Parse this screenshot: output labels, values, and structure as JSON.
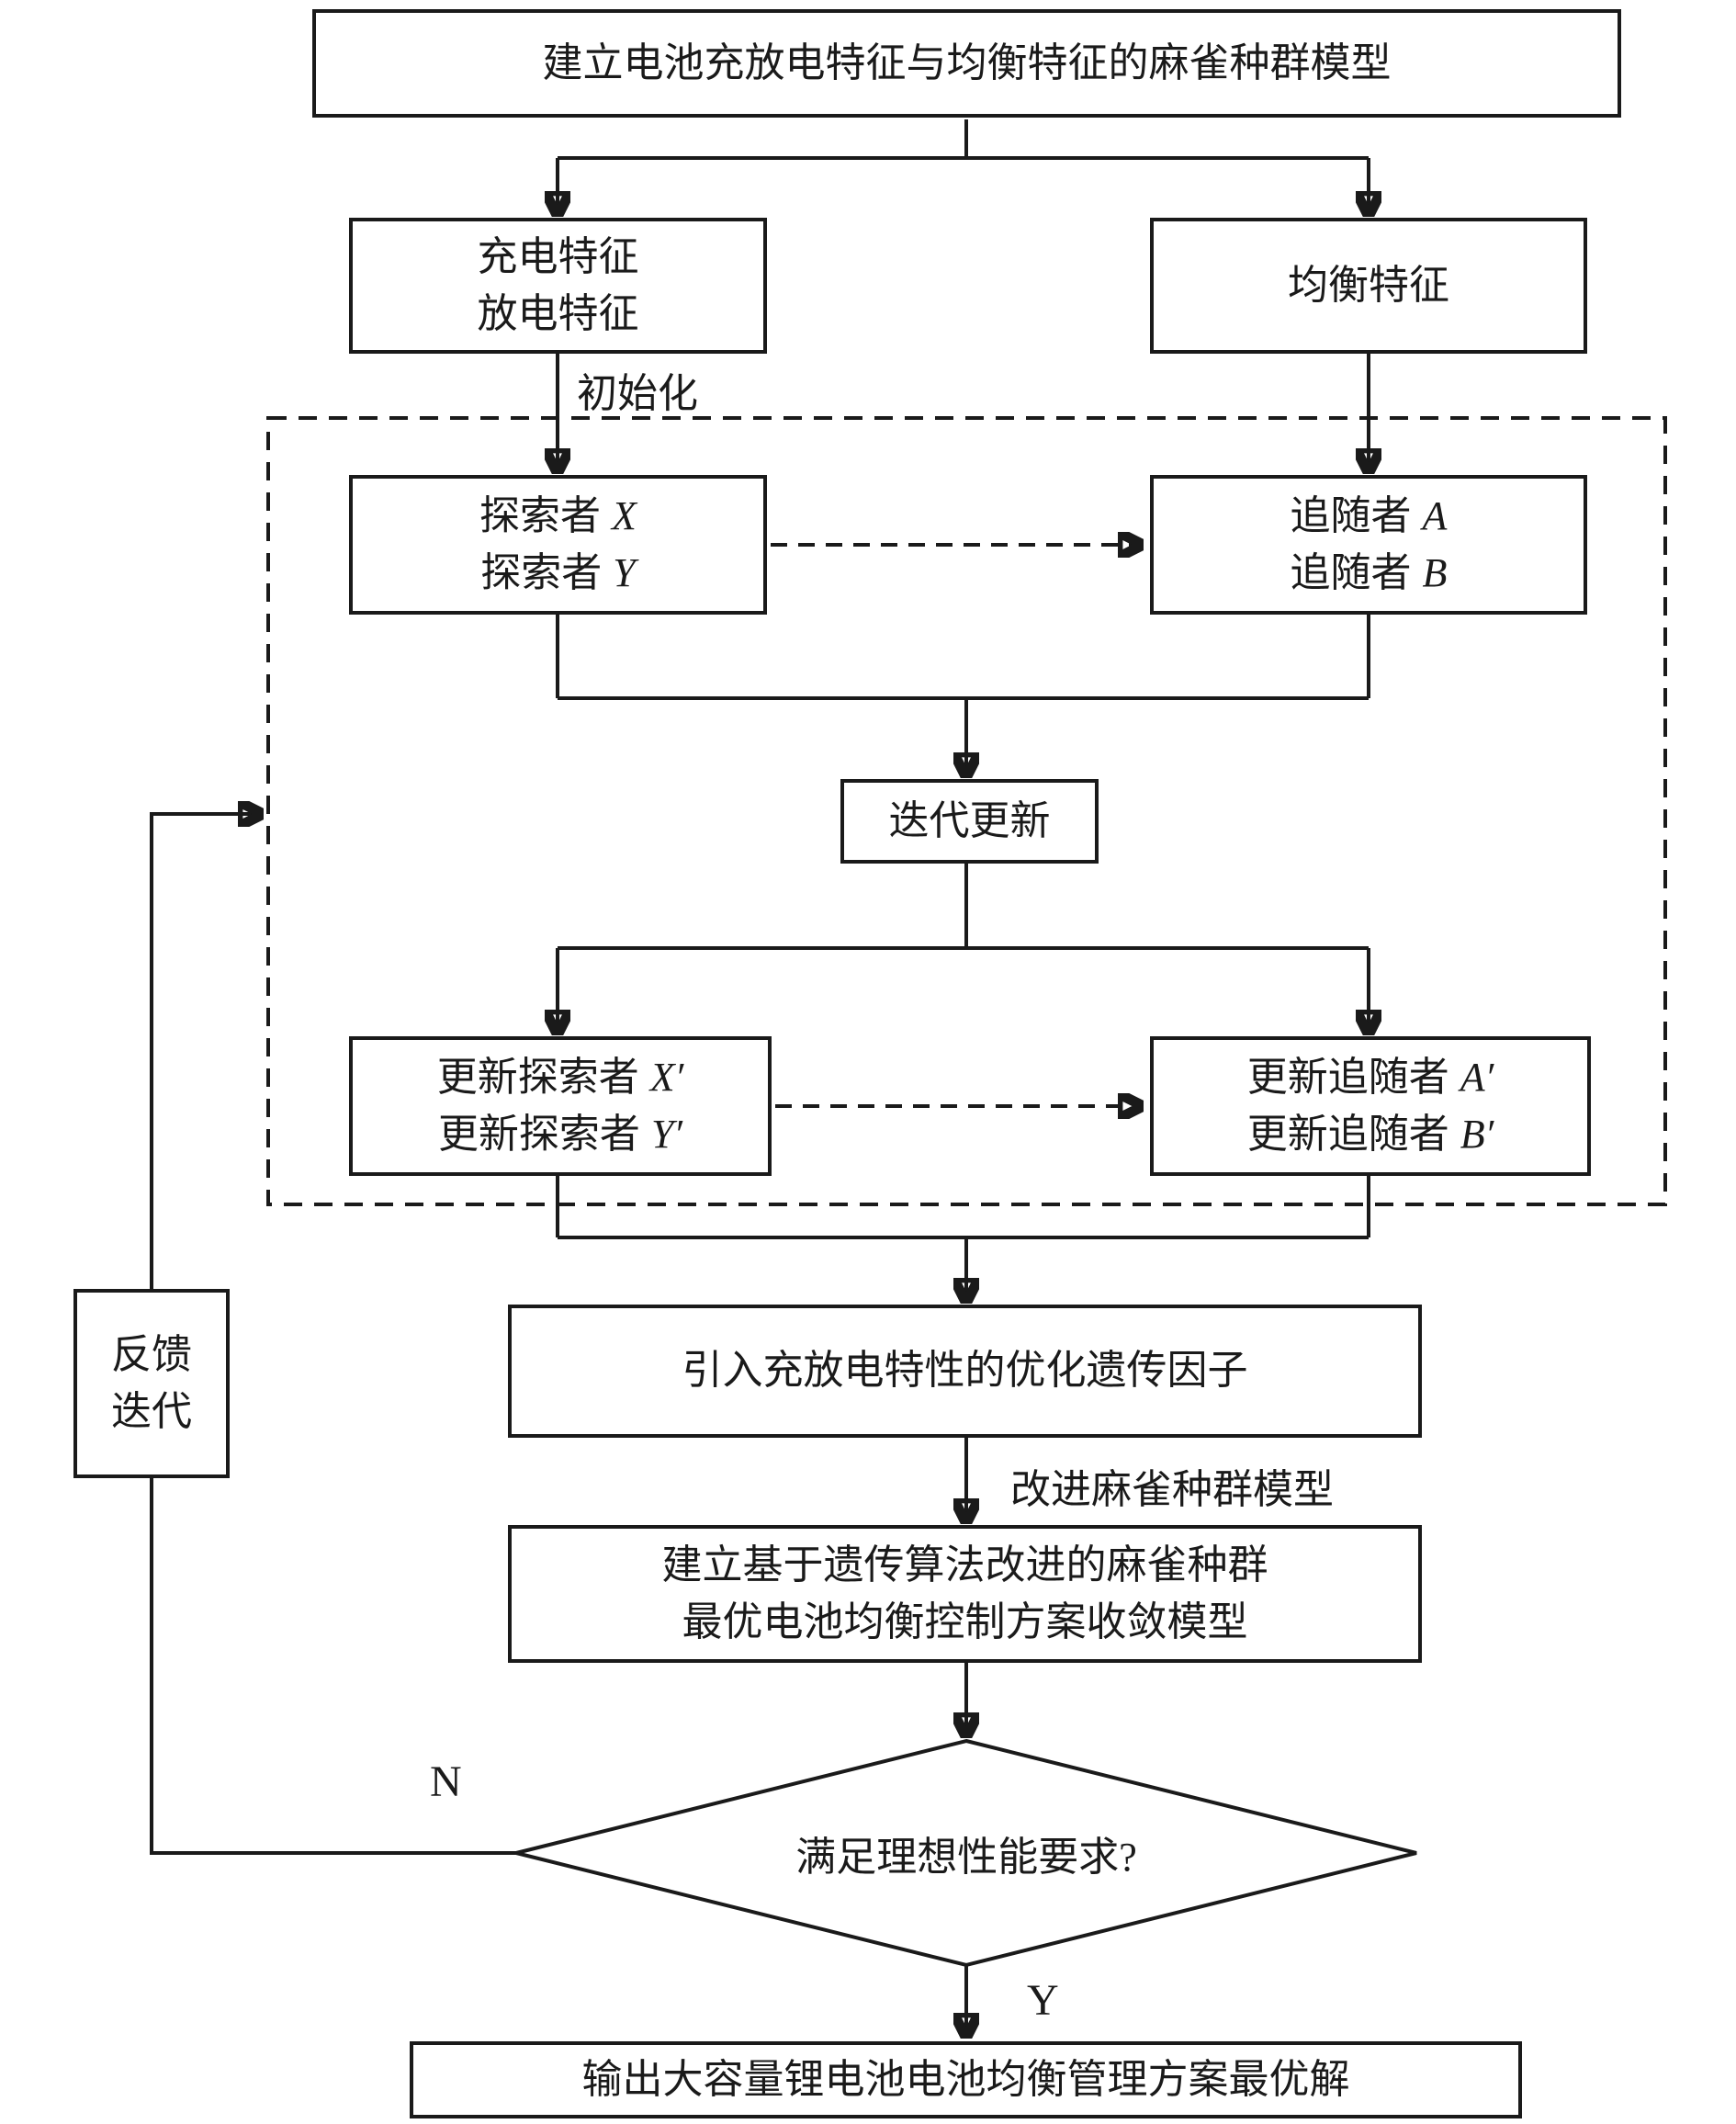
{
  "diagram": {
    "background": "#ffffff",
    "line_color": "#1a1a1a",
    "text_color": "#1a1a1a",
    "type": "flowchart"
  },
  "nodes": {
    "build_model": "建立电池充放电特征与均衡特征的麻雀种群模型",
    "charge_feature": "充电特征",
    "discharge_feature": "放电特征",
    "balance_feature": "均衡特征",
    "init_label": "初始化",
    "explorer1_label": "探索者",
    "explorer1_var": "X",
    "explorer2_label": "探索者",
    "explorer2_var": "Y",
    "follower1_label": "追随者",
    "follower1_var": "A",
    "follower2_label": "追随者",
    "follower2_var": "B",
    "iterate_update": "迭代更新",
    "upd_explorer1_label": "更新探索者",
    "upd_explorer1_var": "X′",
    "upd_explorer2_label": "更新探索者",
    "upd_explorer2_var": "Y′",
    "upd_follower1_label": "更新追随者",
    "upd_follower1_var": "A′",
    "upd_follower2_label": "更新追随者",
    "upd_follower2_var": "B′",
    "genetic_factor": "引入充放电特性的优化遗传因子",
    "improved_model_label": "改进麻雀种群模型",
    "converge_line1": "建立基于遗传算法改进的麻雀种群",
    "converge_line2": "最优电池均衡控制方案收敛模型",
    "decision": "满足理想性能要求?",
    "no_label": "N",
    "yes_label": "Y",
    "feedback_line1": "反馈",
    "feedback_line2": "迭代",
    "output": "输出大容量锂电池电池均衡管理方案最优解"
  }
}
